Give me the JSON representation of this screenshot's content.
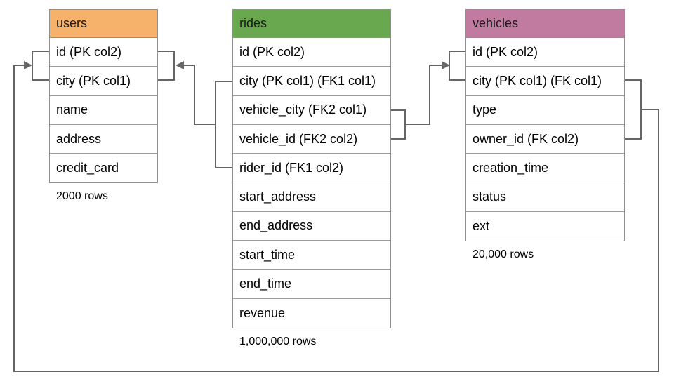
{
  "diagram": {
    "background": "#ffffff",
    "connector_color": "#666666",
    "border_color": "#8f8f8f",
    "text_color": "#000000",
    "tables": [
      {
        "id": "users",
        "title": "users",
        "header_color": "#F6B26B",
        "columns": [
          "id (PK col2)",
          "city (PK col1)",
          "name",
          "address",
          "credit_card"
        ],
        "row_count": "2000 rows"
      },
      {
        "id": "rides",
        "title": "rides",
        "header_color": "#6AA84F",
        "columns": [
          "id (PK col2)",
          "city (PK col1) (FK1 col1)",
          "vehicle_city (FK2 col1)",
          "vehicle_id (FK2 col2)",
          "rider_id (FK1 col2)",
          "start_address",
          "end_address",
          "start_time",
          "end_time",
          "revenue"
        ],
        "row_count": "1,000,000 rows"
      },
      {
        "id": "vehicles",
        "title": "vehicles",
        "header_color": "#C27BA0",
        "columns": [
          "id (PK col2)",
          "city (PK col1) (FK col1)",
          "type",
          "owner_id (FK col2)",
          "creation_time",
          "status",
          "ext"
        ],
        "row_count": "20,000 rows"
      }
    ],
    "relationships": [
      {
        "from": "rides (city, rider_id)",
        "to": "users (id, city)"
      },
      {
        "from": "rides (vehicle_city, vehicle_id)",
        "to": "vehicles (id, city)"
      },
      {
        "from": "vehicles (city, owner_id)",
        "to": "users (id, city)"
      }
    ]
  }
}
